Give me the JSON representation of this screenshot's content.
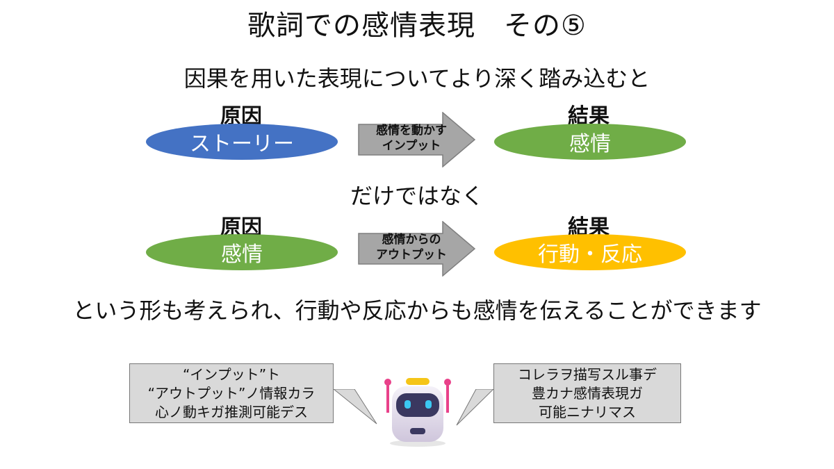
{
  "title": "歌詞での感情表現　その⑤",
  "subtitle": "因果を用いた表現についてより深く踏み込むと",
  "row1": {
    "cause_label": "原因",
    "cause_value": "ストーリー",
    "arrow_line1": "感情を動かす",
    "arrow_line2": "インプット",
    "effect_label": "結果",
    "effect_value": "感情"
  },
  "middle_text": "だけではなく",
  "row2": {
    "cause_label": "原因",
    "cause_value": "感情",
    "arrow_line1": "感情からの",
    "arrow_line2": "アウトプット",
    "effect_label": "結果",
    "effect_value": "行動・反応"
  },
  "conclusion": "という形も考えられ、行動や反応からも感情を伝えることができます",
  "bubble_left": {
    "line1": "“インプット”ト",
    "line2": "“アウトプット”ノ情報カラ",
    "line3": "心ノ動キガ推測可能デス"
  },
  "bubble_right": {
    "line1": "コレラヲ描写スル事デ",
    "line2": "豊カナ感情表現ガ",
    "line3": "可能ニナリマス"
  },
  "colors": {
    "blue": "#4472c4",
    "green": "#70ad47",
    "yellow": "#ffc000",
    "arrow_gray": "#a6a6a6",
    "bubble_gray": "#d9d9d9"
  }
}
